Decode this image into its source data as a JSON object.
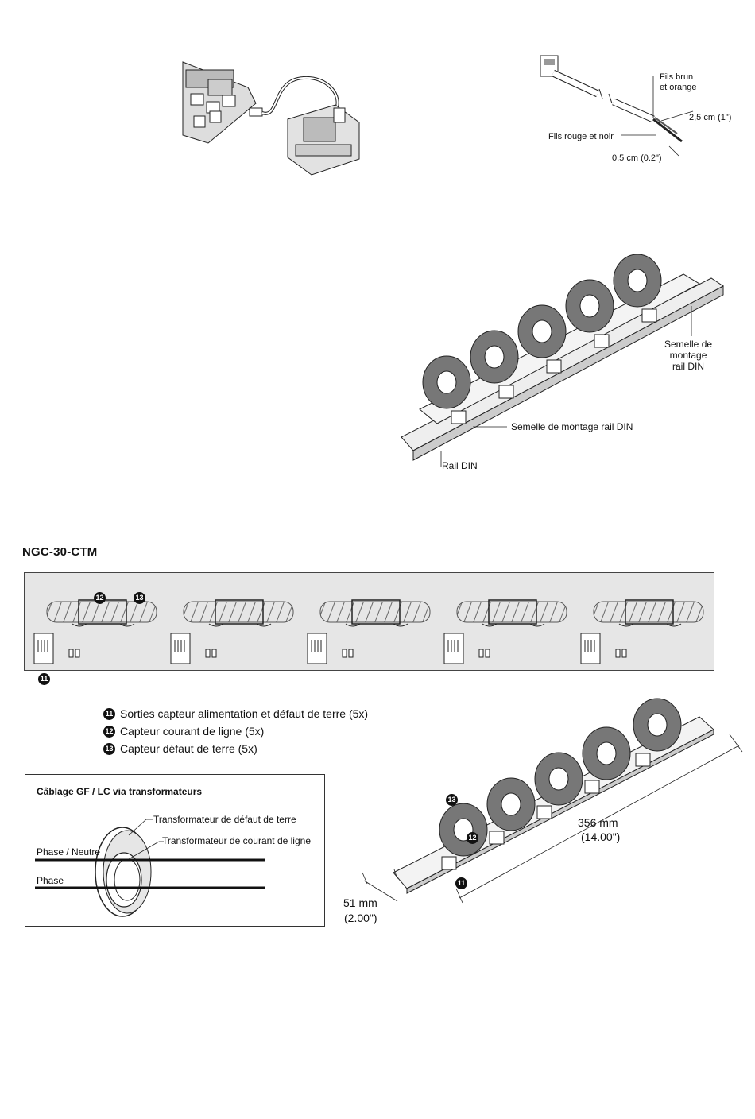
{
  "top_right_labels": {
    "fils_brun": "Fils brun\net orange",
    "dim_25": "2,5 cm (1\")",
    "fils_rouge": "Fils rouge et noir",
    "dim_05": "0,5 cm (0.2\")"
  },
  "rail_labels": {
    "semelle_right": "Semelle de\nmontage\nrail DIN",
    "semelle_mid": "Semelle de montage rail DIN",
    "rail_din": "Rail DIN"
  },
  "section_heading": "NGC-30-CTM",
  "callouts": {
    "c11": "11",
    "c12": "12",
    "c13": "13"
  },
  "legend": [
    {
      "num": "11",
      "text": "Sorties capteur alimentation et défaut de terre (5x)"
    },
    {
      "num": "12",
      "text": "Capteur courant de ligne (5x)"
    },
    {
      "num": "13",
      "text": "Capteur défaut de terre (5x)"
    }
  ],
  "gf_box": {
    "title": "Câblage GF / LC via transformateurs",
    "label_gf": "Transformateur de défaut de terre",
    "label_lc": "Transformateur de courant de ligne",
    "phase_neutre": "Phase / Neutre",
    "phase": "Phase"
  },
  "dimensions": {
    "length_mm": "356 mm",
    "length_in": "(14.00\")",
    "width_mm": "51 mm",
    "width_in": "(2.00\")"
  }
}
